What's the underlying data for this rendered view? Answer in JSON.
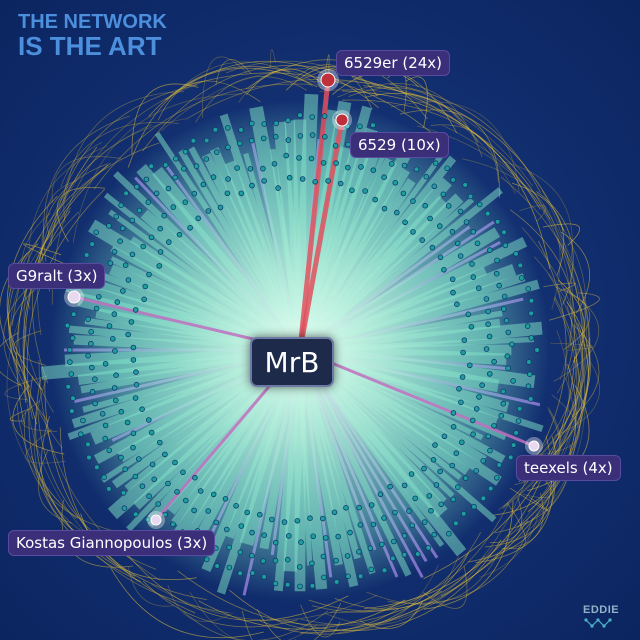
{
  "title": {
    "line1": "THE NETWORK",
    "line2": "IS THE ART"
  },
  "center": {
    "label": "MrB"
  },
  "nodes": [
    {
      "id": "n6529er",
      "label": "6529er (24x)",
      "count": 24
    },
    {
      "id": "n6529",
      "label": "6529 (10x)",
      "count": 10
    },
    {
      "id": "ng9ralt",
      "label": "G9ralt (3x)",
      "count": 3
    },
    {
      "id": "nteexels",
      "label": "teexels (4x)",
      "count": 4
    },
    {
      "id": "nkostas",
      "label": "Kostas Giannopoulos (3x)",
      "count": 3
    }
  ],
  "brand": {
    "name": "EDDIE"
  },
  "colors": {
    "background": "#0d2a6a",
    "spoke": "#7fe3c8",
    "ring_yellow": "#e8c23a",
    "highlight_edge": "#e0505e",
    "node_teal": "#1f9e9e",
    "label_bg": "#3b2f7a",
    "title": "#4c8fdc"
  }
}
